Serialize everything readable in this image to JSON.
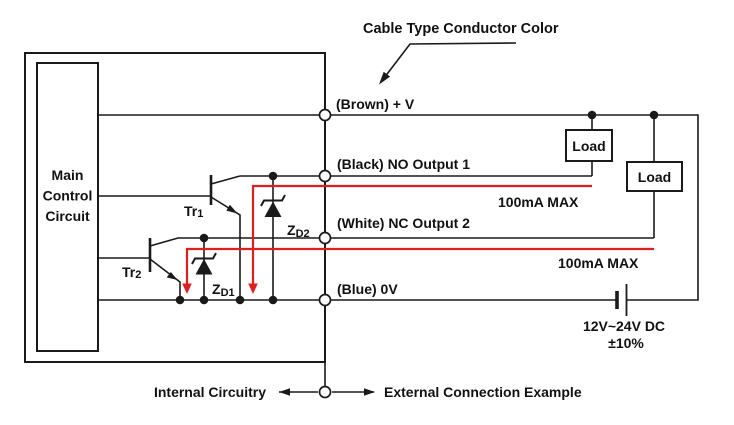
{
  "annotation": {
    "cable_label": "Cable Type Conductor Color"
  },
  "internal_circuit": {
    "main_box_lines": [
      "Main",
      "Control",
      "Circuit"
    ],
    "transistors": {
      "tr1": {
        "name": "Tr",
        "sub": "1"
      },
      "tr2": {
        "name": "Tr",
        "sub": "2"
      }
    },
    "zener_diodes": {
      "zd1": {
        "name": "Z",
        "sub": "D1"
      },
      "zd2": {
        "name": "Z",
        "sub": "D2"
      }
    }
  },
  "wires": {
    "brown": "(Brown) + V",
    "black": "(Black) NO Output 1",
    "white": "(White) NC Output 2",
    "blue": "(Blue) 0V"
  },
  "ratings": {
    "output1_max": "100mA MAX",
    "output2_max": "100mA MAX"
  },
  "loads": {
    "load1": "Load",
    "load2": "Load"
  },
  "power_supply": {
    "voltage": "12V~24V DC",
    "tolerance": "±10%"
  },
  "footer": {
    "internal_label": "Internal Circuitry",
    "external_label": "External Connection Example"
  },
  "colors": {
    "line": "#1a1a1a",
    "current_path": "#dc1f1f"
  }
}
